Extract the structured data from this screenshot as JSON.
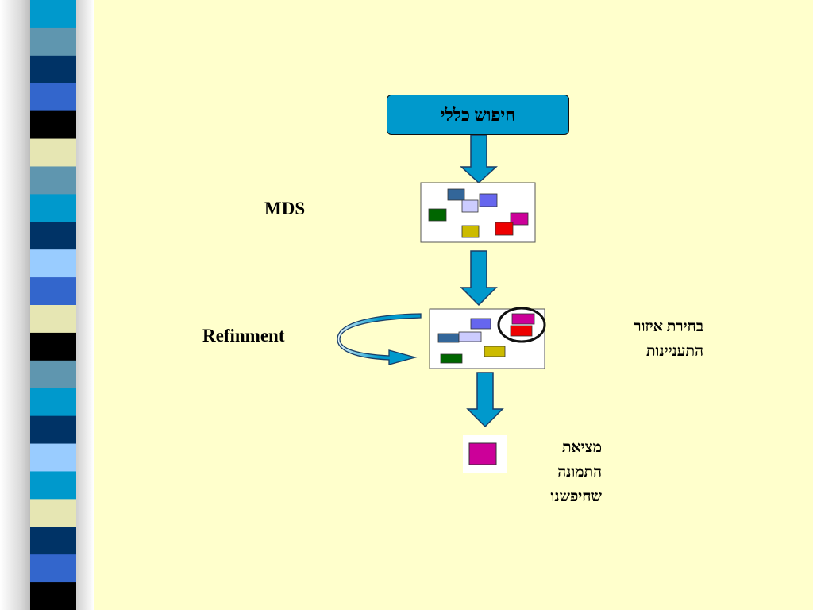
{
  "colors": {
    "background": "#FFFFCC",
    "top_box": "#0099CC",
    "arrow": "#0099CC",
    "panel": "#FFFFFF",
    "highlight": "#CC0099"
  },
  "left_bar": {
    "stripes": [
      "#0099CC",
      "#5F96AF",
      "#003366",
      "#3366CC",
      "#000000",
      "#E6E6B3",
      "#5F96AF",
      "#0099CC",
      "#003366",
      "#99CCFF",
      "#3366CC",
      "#E6E6B3",
      "#000000",
      "#5F96AF",
      "#0099CC",
      "#003366",
      "#99CCFF",
      "#0099CC",
      "#E6E6B3",
      "#003366",
      "#3366CC",
      "#000000"
    ]
  },
  "nodes": {
    "top_box": {
      "label": "חיפוש כללי"
    }
  },
  "labels": {
    "mds": "MDS",
    "refinement": "Refinment",
    "area_selection": [
      "בחירת איזור",
      "התעניינות"
    ],
    "image_found": [
      "מציאת",
      "התמונה",
      "שחיפשנו"
    ]
  },
  "icons": [
    "arrow-down-icon",
    "curved-arrow-icon",
    "selection-circle-icon"
  ]
}
